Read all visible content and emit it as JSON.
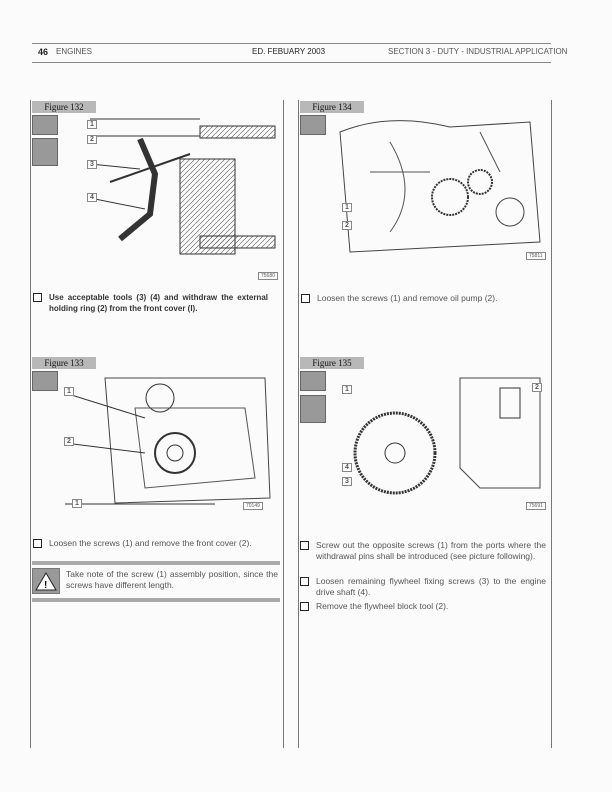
{
  "header": {
    "page_number": "46",
    "section_left": "ENGINES",
    "edition": "ED. FEBUARY 2003",
    "section_right": "SECTION 3 - DUTY - INDUSTRIAL APPLICATION"
  },
  "figures": [
    {
      "label": "Figure 132",
      "code": "75680",
      "callouts": [
        "1",
        "2",
        "3",
        "4"
      ]
    },
    {
      "label": "Figure 134",
      "code": "75811",
      "callouts": [
        "1",
        "2"
      ]
    },
    {
      "label": "Figure 133",
      "code": "70149",
      "callouts": [
        "1",
        "2",
        "1"
      ]
    },
    {
      "label": "Figure 135",
      "code": "75691",
      "callouts": [
        "1",
        "2",
        "4",
        "3"
      ]
    }
  ],
  "steps_132": [
    "Use acceptable tools (3) (4) and withdraw the external holding ring (2) from the front cover (I)."
  ],
  "steps_134": [
    "Loosen the screws (1) and remove oil pump (2)."
  ],
  "steps_133": [
    "Loosen the screws (1) and remove the front cover (2)."
  ],
  "warning": "Take note of the screw (1) assembly position, since the screws have different length.",
  "steps_135": [
    "Screw out the opposite screws (1) from the ports where the withdrawal pins shall be introduced (see picture following).",
    "Loosen remaining flywheel fixing screws (3) to the engine drive shaft (4).",
    "Remove the flywheel block tool (2)."
  ]
}
